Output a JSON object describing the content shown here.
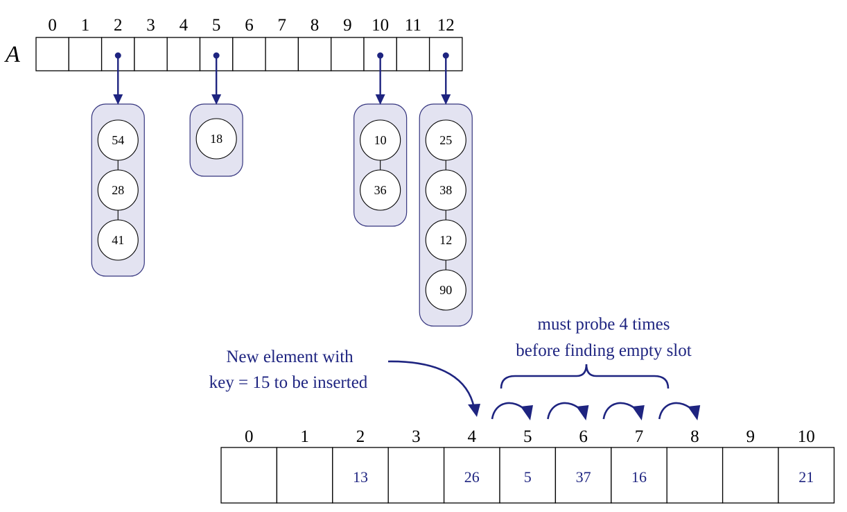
{
  "chaining_table": {
    "label": "A",
    "indices": [
      "0",
      "1",
      "2",
      "3",
      "4",
      "5",
      "6",
      "7",
      "8",
      "9",
      "10",
      "11",
      "12"
    ],
    "chains": [
      {
        "index": 2,
        "keys": [
          "54",
          "28",
          "41"
        ]
      },
      {
        "index": 5,
        "keys": [
          "18"
        ]
      },
      {
        "index": 10,
        "keys": [
          "10",
          "36"
        ]
      },
      {
        "index": 12,
        "keys": [
          "25",
          "38",
          "12",
          "90"
        ]
      }
    ]
  },
  "probing_table": {
    "indices": [
      "0",
      "1",
      "2",
      "3",
      "4",
      "5",
      "6",
      "7",
      "8",
      "9",
      "10"
    ],
    "values": [
      "",
      "",
      "13",
      "",
      "26",
      "5",
      "37",
      "16",
      "",
      "",
      "21"
    ],
    "probe_steps": 4
  },
  "annotations": {
    "new_element_line1": "New element with",
    "new_element_line2": "key = 15 to be inserted",
    "probe_line1": "must probe 4 times",
    "probe_line2": "before finding empty slot"
  },
  "colors": {
    "accent": "#1e2480",
    "bucket_fill": "#e3e3f1",
    "bucket_stroke": "#34347e"
  }
}
